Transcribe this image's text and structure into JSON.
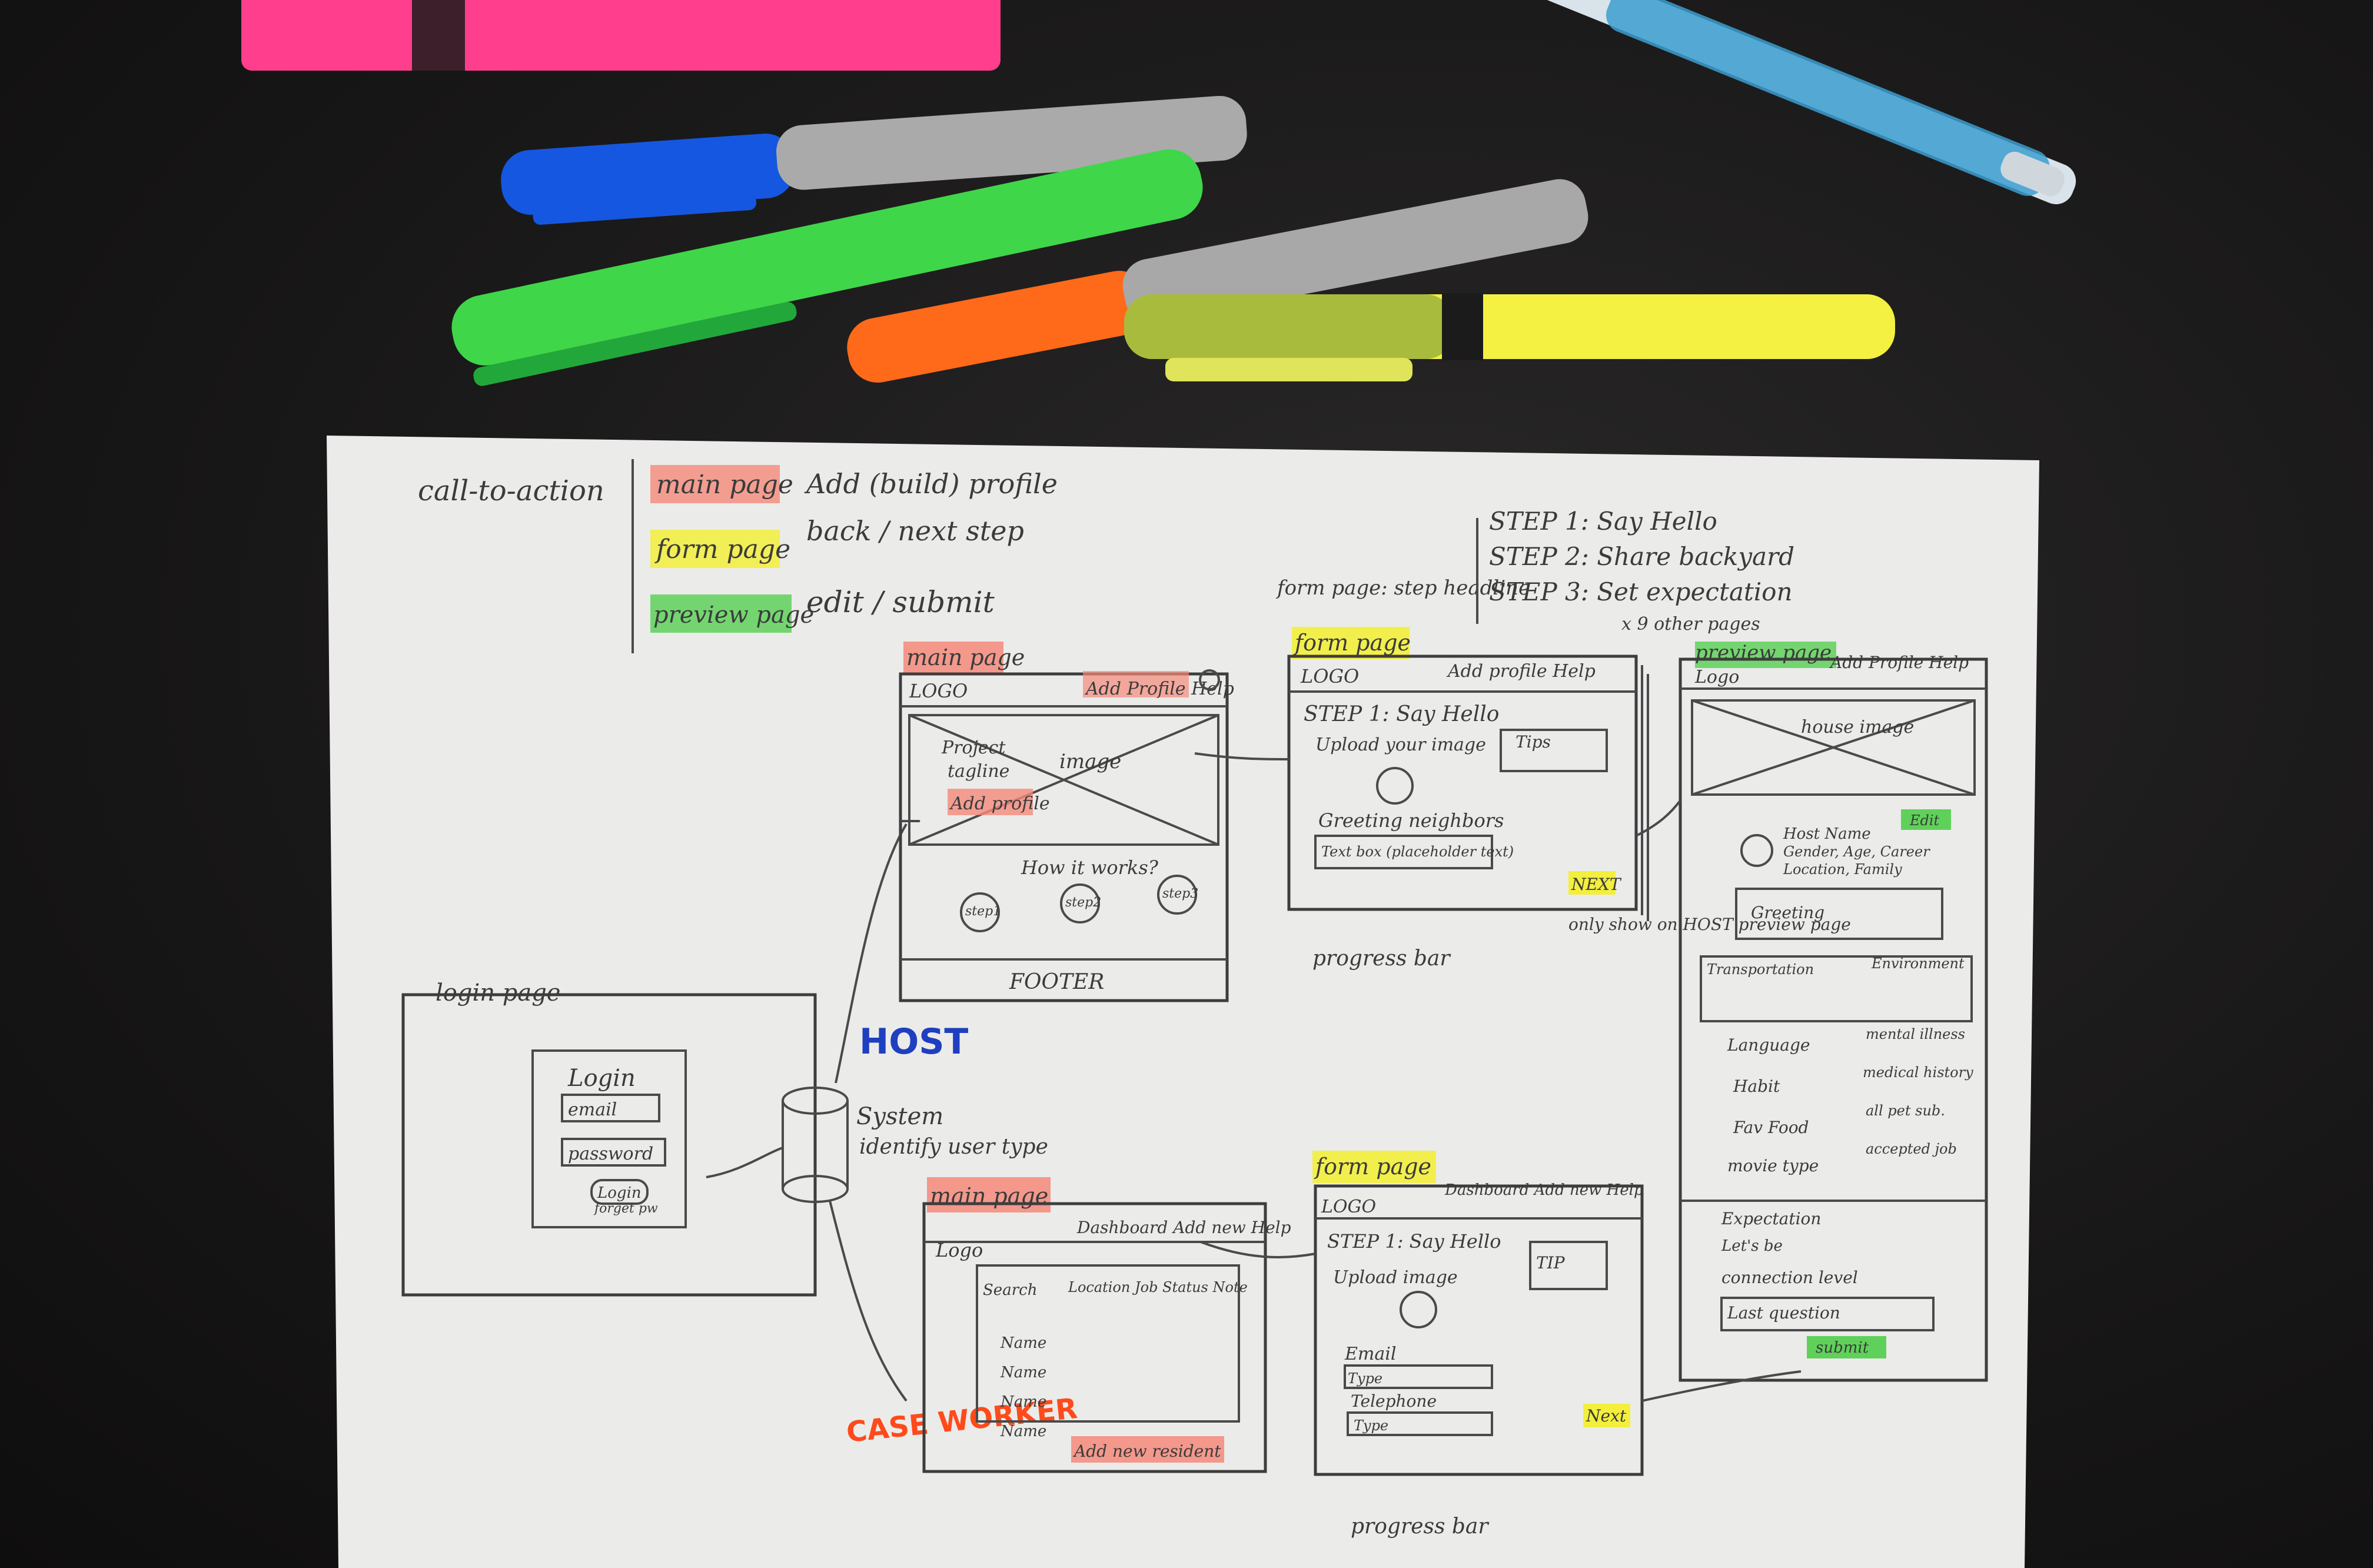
{
  "legend": {
    "title": "call-to-action",
    "rows": [
      {
        "tag": "main page",
        "action": "Add (build) profile",
        "color": "#f58a7a"
      },
      {
        "tag": "form page",
        "action": "back / next step",
        "color": "#f3ef3c"
      },
      {
        "tag": "preview page",
        "action": "edit / submit",
        "color": "#5fd15a"
      }
    ]
  },
  "steps_note": {
    "lead": "form page: step headline",
    "steps": [
      "STEP 1: Say Hello",
      "STEP 2: Share backyard",
      "STEP 3: Set expectation"
    ]
  },
  "login_page": {
    "label": "login page",
    "box_title": "Login",
    "email": "email",
    "password": "password",
    "button": "Login",
    "forget": "forget pw"
  },
  "system": {
    "line1": "System",
    "line2": "identify user type"
  },
  "host_label": "HOST",
  "caseworker_label": "CASE WORKER",
  "host_main": {
    "label": "main page",
    "logo": "LOGO",
    "nav": "Add Profile Help",
    "tagline1": "Project",
    "tagline2": "tagline",
    "cta": "Add profile",
    "image": "image",
    "how": "How it works?",
    "steps": [
      "step1",
      "step2",
      "step3"
    ],
    "footer": "FOOTER"
  },
  "host_form": {
    "label": "form page",
    "logo": "LOGO",
    "nav": "Add profile Help",
    "step": "STEP 1: Say Hello",
    "upload": "Upload your image",
    "tips": "Tips",
    "greeting": "Greeting neighbors",
    "textbox": "Text box (placeholder text)",
    "next": "NEXT",
    "progress": "progress bar",
    "other": "x 9 other pages"
  },
  "preview": {
    "label": "preview page",
    "logo": "Logo",
    "nav": "Add Profile Help",
    "house": "house image",
    "host": "Host Name",
    "meta": "Gender, Age, Career",
    "meta2": "Location, Family",
    "edit": "Edit",
    "greeting": "Greeting",
    "transport": "Transportation",
    "environment": "Environment",
    "left_col": [
      "Language",
      "Habit",
      "Fav Food",
      "movie type"
    ],
    "right_col": [
      "mental illness",
      "medical history",
      "all pet sub.",
      "accepted job"
    ],
    "expect": "Expectation",
    "lets": "Let's be",
    "connection": "connection level",
    "last": "Last question",
    "submit": "submit",
    "only_show": "only show on HOST preview page"
  },
  "cw_main": {
    "label": "main page",
    "logo": "Logo",
    "nav": "Dashboard Add new Help",
    "search": "Search",
    "cols": "Location Job Status Note",
    "rows": [
      "Name",
      "Name",
      "Name",
      "Name"
    ],
    "add": "Add new resident"
  },
  "cw_form": {
    "label": "form page",
    "logo": "LOGO",
    "nav": "Dashboard Add new Help",
    "step": "STEP 1: Say Hello",
    "upload": "Upload image",
    "tip": "TIP",
    "email": "Email",
    "type1": "Type",
    "telephone": "Telephone",
    "type2": "Type",
    "next": "Next",
    "progress": "progress bar"
  },
  "colors": {
    "pink": "#ff3d8b",
    "red_hl": "#f58a7a",
    "yellow_hl": "#f3ef3c",
    "green_hl": "#5fd15a",
    "blue_ink": "#1e3fbf",
    "orange_ink": "#ff4a1a"
  }
}
